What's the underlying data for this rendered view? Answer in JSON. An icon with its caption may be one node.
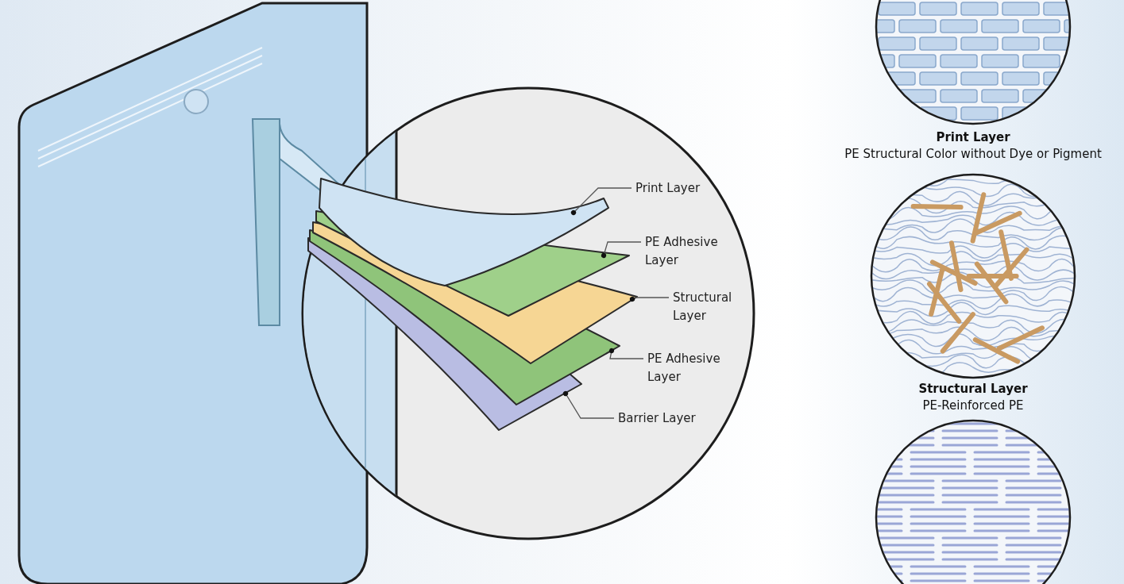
{
  "diagram": {
    "nodes": [
      {
        "text": [
          "Print Layer"
        ]
      },
      {
        "text": [
          "PE Adhesive Layer"
        ]
      },
      {
        "text": [
          "Structural Layer"
        ]
      },
      {
        "text": [
          "PE Adhesive Layer"
        ]
      },
      {
        "text": [
          "Barrier Layer"
        ]
      },
      {
        "text": [],
        "shape": "bar"
      },
      {
        "text": [],
        "shape": "bar"
      },
      {
        "text": [],
        "shape": "bar"
      },
      {
        "text": [],
        "shape": "bar"
      },
      {
        "text": [],
        "shape": "bar"
      },
      {
        "text": [
          "Print Layer",
          "PE Structural Color without Dye or Pigment"
        ]
      },
      {
        "text": [
          "Structural Layer",
          "PE-Reinforced PE"
        ]
      },
      {
        "text": [],
        "shape": "circle"
      }
    ],
    "edges": [
      {
        "from": 0,
        "to": 5,
        "arrow": "other"
      },
      {
        "from": 1,
        "to": 6,
        "arrow": "other"
      },
      {
        "from": 2,
        "to": 7,
        "arrow": "other"
      },
      {
        "from": 3,
        "to": 8,
        "arrow": "other"
      },
      {
        "from": 4,
        "to": 9,
        "arrow": "other"
      }
    ]
  }
}
